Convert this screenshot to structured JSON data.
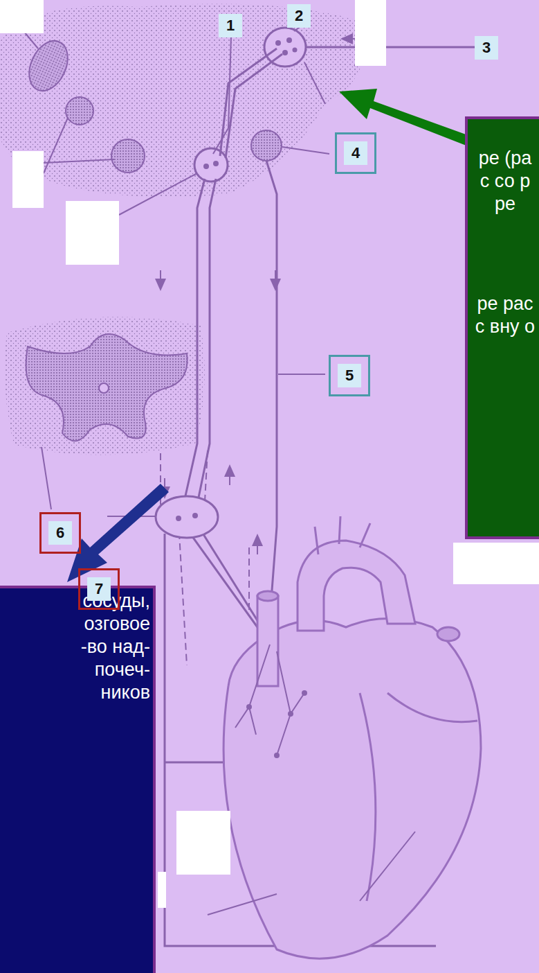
{
  "diagram": {
    "nodes": [
      {
        "text": [
          "ре (ра с со р ре",
          "ре рас с вну о"
        ]
      },
      {
        "text": [
          "сосуды, озговое -во над- почеч- ников"
        ]
      }
    ],
    "labels": [
      "1",
      "2",
      "3",
      "4",
      "5",
      "6",
      "7"
    ]
  }
}
